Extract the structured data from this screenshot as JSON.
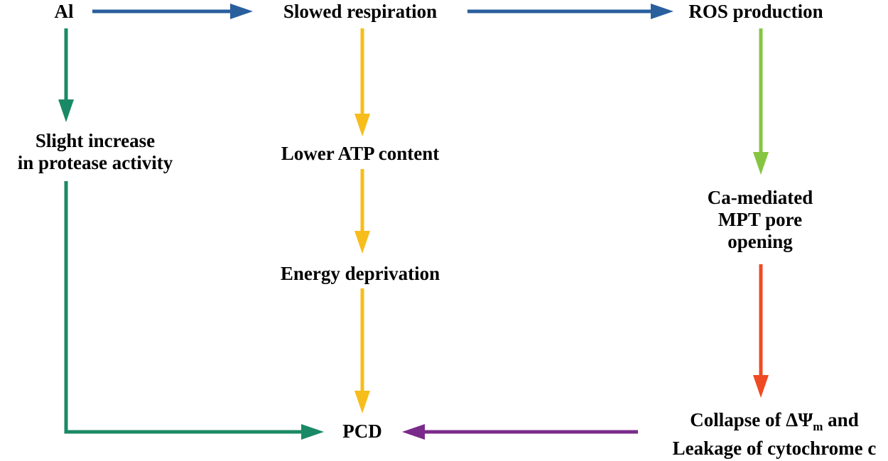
{
  "diagram": {
    "nodes": {
      "al": "Al",
      "slowed_respiration": "Slowed respiration",
      "ros_production": "ROS production",
      "protease": [
        "Slight increase",
        "in protease activity"
      ],
      "lower_atp": "Lower ATP content",
      "energy_deprivation": "Energy deprivation",
      "ca_mpt": [
        "Ca-mediated",
        "MPT pore",
        "opening"
      ],
      "pcd": "PCD",
      "collapse": {
        "prefix": "Collapse of ΔΨ",
        "subscript": "m",
        "suffix": " and",
        "line2": "Leakage of cytochrome c"
      }
    },
    "colors": {
      "blue": "#2a5f9e",
      "teal": "#1a8a66",
      "yellow": "#f7bd1b",
      "green": "#86c540",
      "red": "#ee4a23",
      "purple": "#7a2a8a"
    },
    "edges": [
      {
        "from": "Al",
        "to": "Slowed respiration",
        "color": "blue"
      },
      {
        "from": "Slowed respiration",
        "to": "ROS production",
        "color": "blue"
      },
      {
        "from": "Al",
        "to": "Slight increase in protease activity",
        "color": "teal"
      },
      {
        "from": "Slight increase in protease activity",
        "to": "PCD",
        "color": "teal"
      },
      {
        "from": "Slowed respiration",
        "to": "Lower ATP content",
        "color": "yellow"
      },
      {
        "from": "Lower ATP content",
        "to": "Energy deprivation",
        "color": "yellow"
      },
      {
        "from": "Energy deprivation",
        "to": "PCD",
        "color": "yellow"
      },
      {
        "from": "ROS production",
        "to": "Ca-mediated MPT pore opening",
        "color": "green"
      },
      {
        "from": "Ca-mediated MPT pore opening",
        "to": "Collapse of ΔΨm and Leakage of cytochrome c",
        "color": "red"
      },
      {
        "from": "Collapse of ΔΨm and Leakage of cytochrome c",
        "to": "PCD",
        "color": "purple"
      }
    ]
  }
}
